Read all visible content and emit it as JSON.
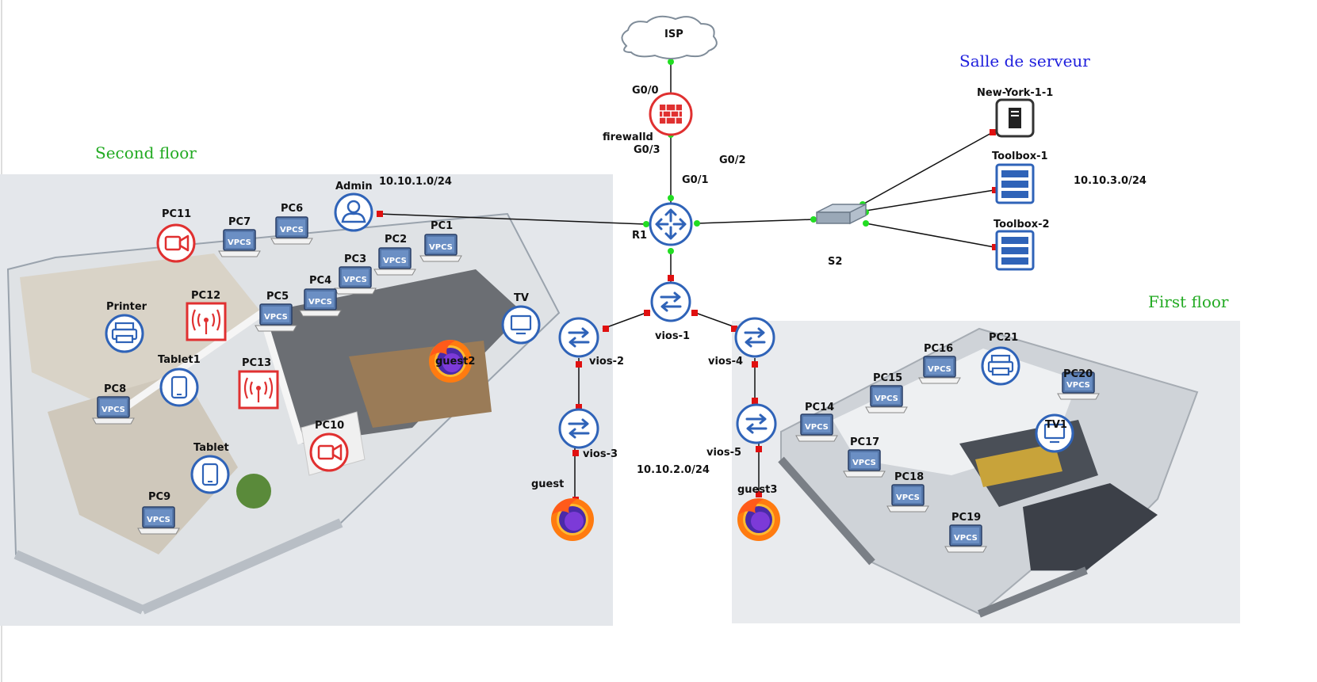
{
  "colors": {
    "device_blue": "#2f63b8",
    "port_red": "#e01010",
    "port_green": "#22dd22",
    "firewall_red": "#e03030",
    "floor_label_green": "#22aa22",
    "server_room_blue": "#2020dd",
    "cloud_grey": "#7f8c99"
  },
  "areas": {
    "second_floor": "Second floor",
    "first_floor": "First floor",
    "server_room": "Salle de serveur"
  },
  "subnets": {
    "admin_lan": "10.10.1.0/24",
    "server_lan": "10.10.3.0/24",
    "vios_lan": "10.10.2.0/24"
  },
  "interfaces": {
    "g00": "G0/0",
    "g03": "G0/3",
    "g02": "G0/2",
    "g01": "G0/1"
  },
  "core": {
    "isp": {
      "label": "ISP",
      "icon": "cloud-icon"
    },
    "firewall": {
      "label": "firewalld",
      "icon": "firewall-icon"
    },
    "router": {
      "label": "R1",
      "icon": "router-icon"
    },
    "switch_s2": {
      "label": "S2",
      "icon": "switch-icon"
    }
  },
  "switches": [
    {
      "label": "vios-1",
      "icon": "switch-icon"
    },
    {
      "label": "vios-2",
      "icon": "switch-icon"
    },
    {
      "label": "vios-3",
      "icon": "switch-icon"
    },
    {
      "label": "vios-4",
      "icon": "switch-icon"
    },
    {
      "label": "vios-5",
      "icon": "switch-icon"
    }
  ],
  "servers": [
    {
      "label": "New-York-1-1",
      "icon": "server-tower-icon"
    },
    {
      "label": "Toolbox-1",
      "icon": "server-rack-icon"
    },
    {
      "label": "Toolbox-2",
      "icon": "server-rack-icon"
    }
  ],
  "guests": [
    {
      "label": "guest",
      "icon": "firefox-icon"
    },
    {
      "label": "guest2",
      "icon": "firefox-icon"
    },
    {
      "label": "guest3",
      "icon": "firefox-icon"
    }
  ],
  "second_floor_devices": [
    {
      "label": "Admin",
      "icon": "user-icon"
    },
    {
      "label": "PC1",
      "icon": "vpcs-icon"
    },
    {
      "label": "PC2",
      "icon": "vpcs-icon"
    },
    {
      "label": "PC3",
      "icon": "vpcs-icon"
    },
    {
      "label": "PC4",
      "icon": "vpcs-icon"
    },
    {
      "label": "PC5",
      "icon": "vpcs-icon"
    },
    {
      "label": "PC6",
      "icon": "vpcs-icon"
    },
    {
      "label": "PC7",
      "icon": "vpcs-icon"
    },
    {
      "label": "PC8",
      "icon": "vpcs-icon"
    },
    {
      "label": "PC9",
      "icon": "vpcs-icon"
    },
    {
      "label": "PC10",
      "icon": "camera-icon"
    },
    {
      "label": "PC11",
      "icon": "camera-icon"
    },
    {
      "label": "PC12",
      "icon": "wireless-ap-icon"
    },
    {
      "label": "PC13",
      "icon": "wireless-ap-icon"
    },
    {
      "label": "Printer",
      "icon": "printer-icon"
    },
    {
      "label": "Tablet1",
      "icon": "tablet-icon"
    },
    {
      "label": "Tablet",
      "icon": "tablet-icon"
    },
    {
      "label": "TV",
      "icon": "monitor-icon"
    }
  ],
  "first_floor_devices": [
    {
      "label": "PC14",
      "icon": "vpcs-icon"
    },
    {
      "label": "PC15",
      "icon": "vpcs-icon"
    },
    {
      "label": "PC16",
      "icon": "vpcs-icon"
    },
    {
      "label": "PC17",
      "icon": "vpcs-icon"
    },
    {
      "label": "PC18",
      "icon": "vpcs-icon"
    },
    {
      "label": "PC19",
      "icon": "vpcs-icon"
    },
    {
      "label": "PC20",
      "icon": "vpcs-icon"
    },
    {
      "label": "PC21",
      "icon": "printer-icon"
    },
    {
      "label": "TV1",
      "icon": "monitor-icon"
    }
  ],
  "vpcs_badge": "VPCS"
}
